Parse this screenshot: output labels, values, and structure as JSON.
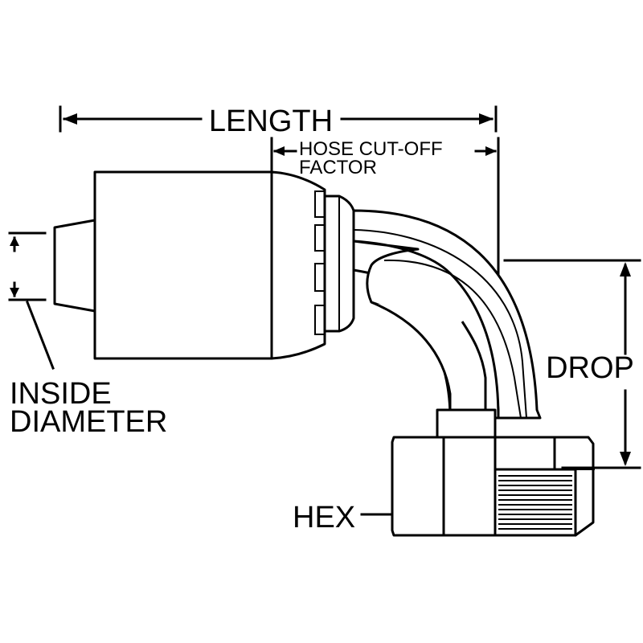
{
  "labels": {
    "length": "LENGTH",
    "hose_cut_off_line1": "HOSE CUT-OFF",
    "hose_cut_off_line2": "FACTOR",
    "inside_line1": "INSIDE",
    "inside_line2": "DIAMETER",
    "drop": "DROP",
    "hex": "HEX"
  },
  "colors": {
    "line": "#000000",
    "background": "#ffffff"
  }
}
